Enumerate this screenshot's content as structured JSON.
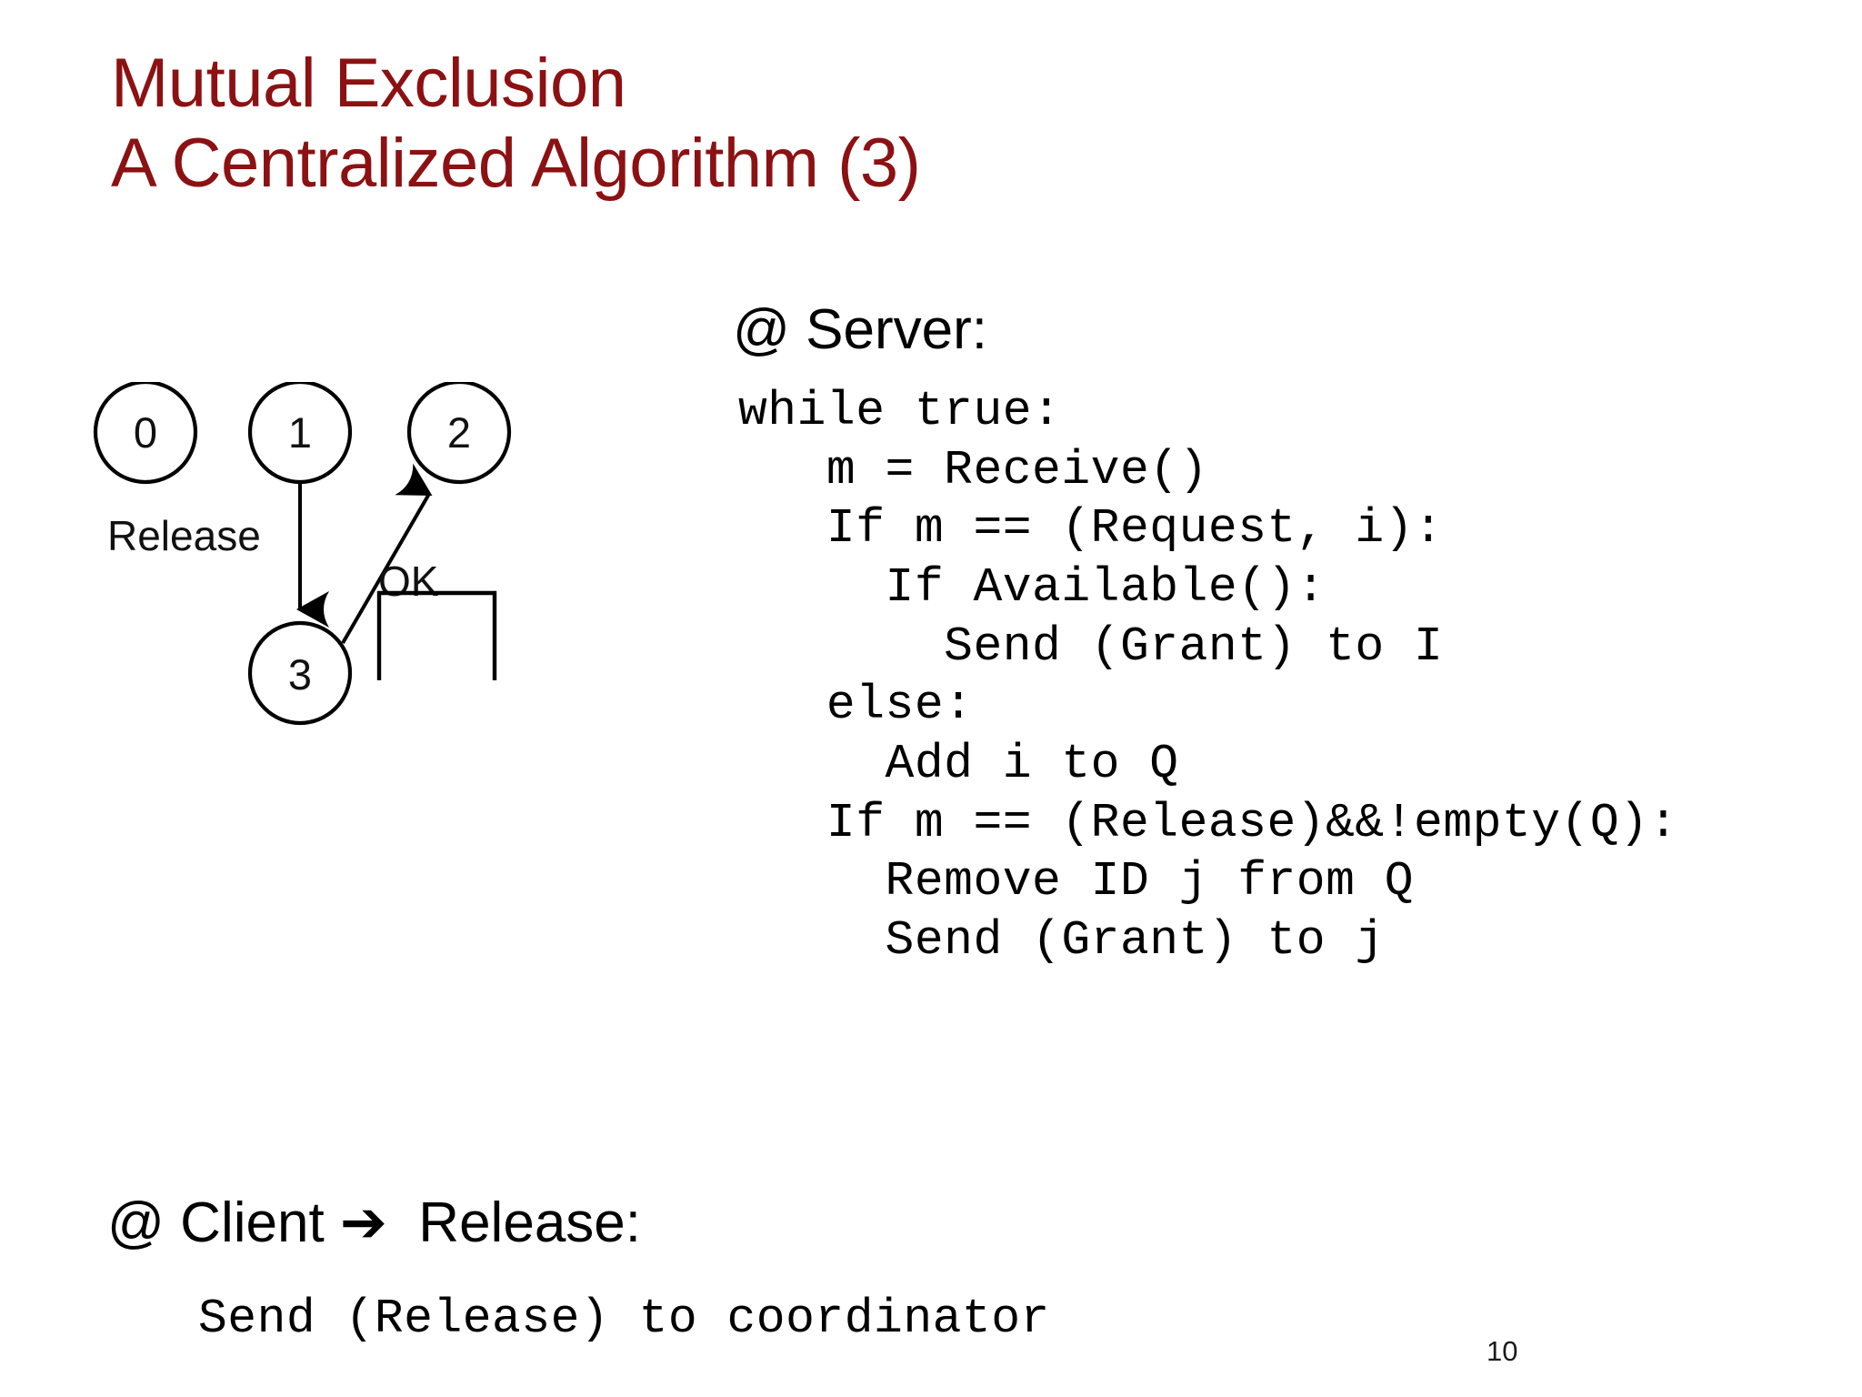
{
  "slide": {
    "title_line1": "Mutual Exclusion",
    "title_line2": "A Centralized Algorithm (3)",
    "title_color": "#8C1113",
    "page_number": "10"
  },
  "diagram": {
    "nodes": [
      {
        "id": "node-0",
        "label": "0"
      },
      {
        "id": "node-1",
        "label": "1"
      },
      {
        "id": "node-2",
        "label": "2"
      },
      {
        "id": "node-3",
        "label": "3"
      }
    ],
    "edge_labels": [
      {
        "id": "edge-label-release",
        "label": "Release"
      },
      {
        "id": "edge-label-ok",
        "label": "OK"
      }
    ],
    "arrows": [
      {
        "id": "arrow-1-to-3",
        "from": "1",
        "to": "3",
        "label": "Release"
      },
      {
        "id": "arrow-3-to-2",
        "from": "3",
        "to": "2",
        "label": "OK"
      }
    ],
    "queue_box": {
      "id": "queue-box",
      "label": ""
    }
  },
  "server": {
    "heading": "@ Server:",
    "code": [
      "while true:",
      "   m = Receive()",
      "   If m == (Request, i):",
      "     If Available():",
      "       Send (Grant) to I",
      "   else:",
      "     Add i to Q",
      "   If m == (Release)&&!empty(Q):",
      "     Remove ID j from Q",
      "     Send (Grant) to j"
    ]
  },
  "client": {
    "heading": "@ Client ➔  Release:",
    "code": [
      "Send (Release) to coordinator"
    ]
  }
}
